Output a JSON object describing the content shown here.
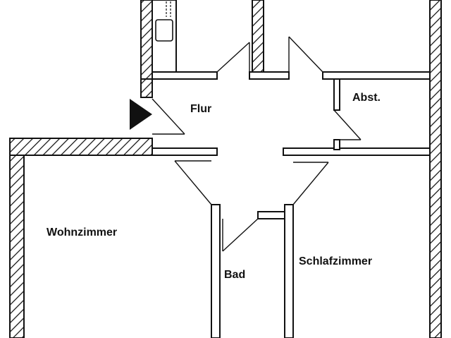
{
  "plan": {
    "rooms": {
      "flur": "Flur",
      "abstellraum": "Abst.",
      "wohnzimmer": "Wohnzimmer",
      "bad": "Bad",
      "schlafzimmer": "Schlafzimmer"
    },
    "colors": {
      "ink": "#111111",
      "paper": "#ffffff"
    },
    "icons": {
      "entrance": "entrance-arrow-icon",
      "kitchen_sink": "sink-icon"
    }
  }
}
